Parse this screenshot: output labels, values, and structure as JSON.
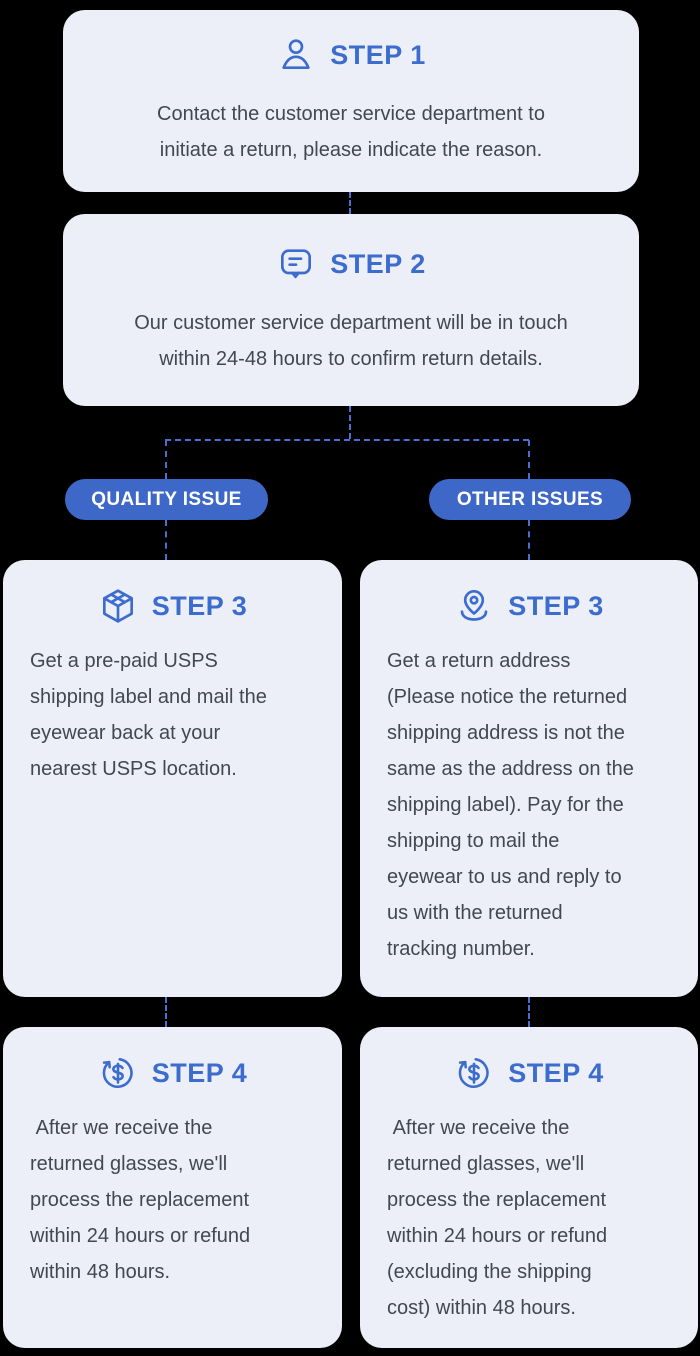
{
  "colors": {
    "page_bg": "#000000",
    "card_bg": "#ECEFF8",
    "accent_blue": "#3B6CCE",
    "pill_bg": "#3E68C8",
    "pill_text": "#FFFFFF",
    "dash_line": "#4A6FD4",
    "body_text": "#43474F"
  },
  "flow": {
    "step1": {
      "label": "STEP 1",
      "icon": "user-icon",
      "body": "Contact the customer service department to\ninitiate a return, please indicate the reason."
    },
    "step2": {
      "label": "STEP 2",
      "icon": "chat-message-icon",
      "body": "Our customer service department will be in touch\nwithin 24-48 hours to confirm return details."
    },
    "branches": {
      "quality_label": "QUALITY ISSUE",
      "other_label": "OTHER ISSUES"
    },
    "quality": {
      "step3": {
        "label": "STEP 3",
        "icon": "package-icon",
        "body": "Get a pre-paid USPS\nshipping label and mail the\neyewear back at your\nnearest USPS location."
      },
      "step4": {
        "label": "STEP 4",
        "icon": "refund-icon",
        "body": " After we receive the\nreturned glasses, we'll\nprocess the replacement\nwithin 24 hours or refund\nwithin 48 hours."
      }
    },
    "other": {
      "step3": {
        "label": "STEP 3",
        "icon": "location-pin-icon",
        "body": "Get a return address\n(Please notice the returned\nshipping address is not the\nsame as the address on the\nshipping label). Pay for the\nshipping to mail the\neyewear to us and reply to\nus with the returned\ntracking number."
      },
      "step4": {
        "label": "STEP 4",
        "icon": "refund-icon",
        "body": " After we receive the\nreturned glasses, we'll\nprocess the replacement\nwithin 24 hours or refund\n(excluding the shipping\ncost) within 48 hours."
      }
    }
  }
}
